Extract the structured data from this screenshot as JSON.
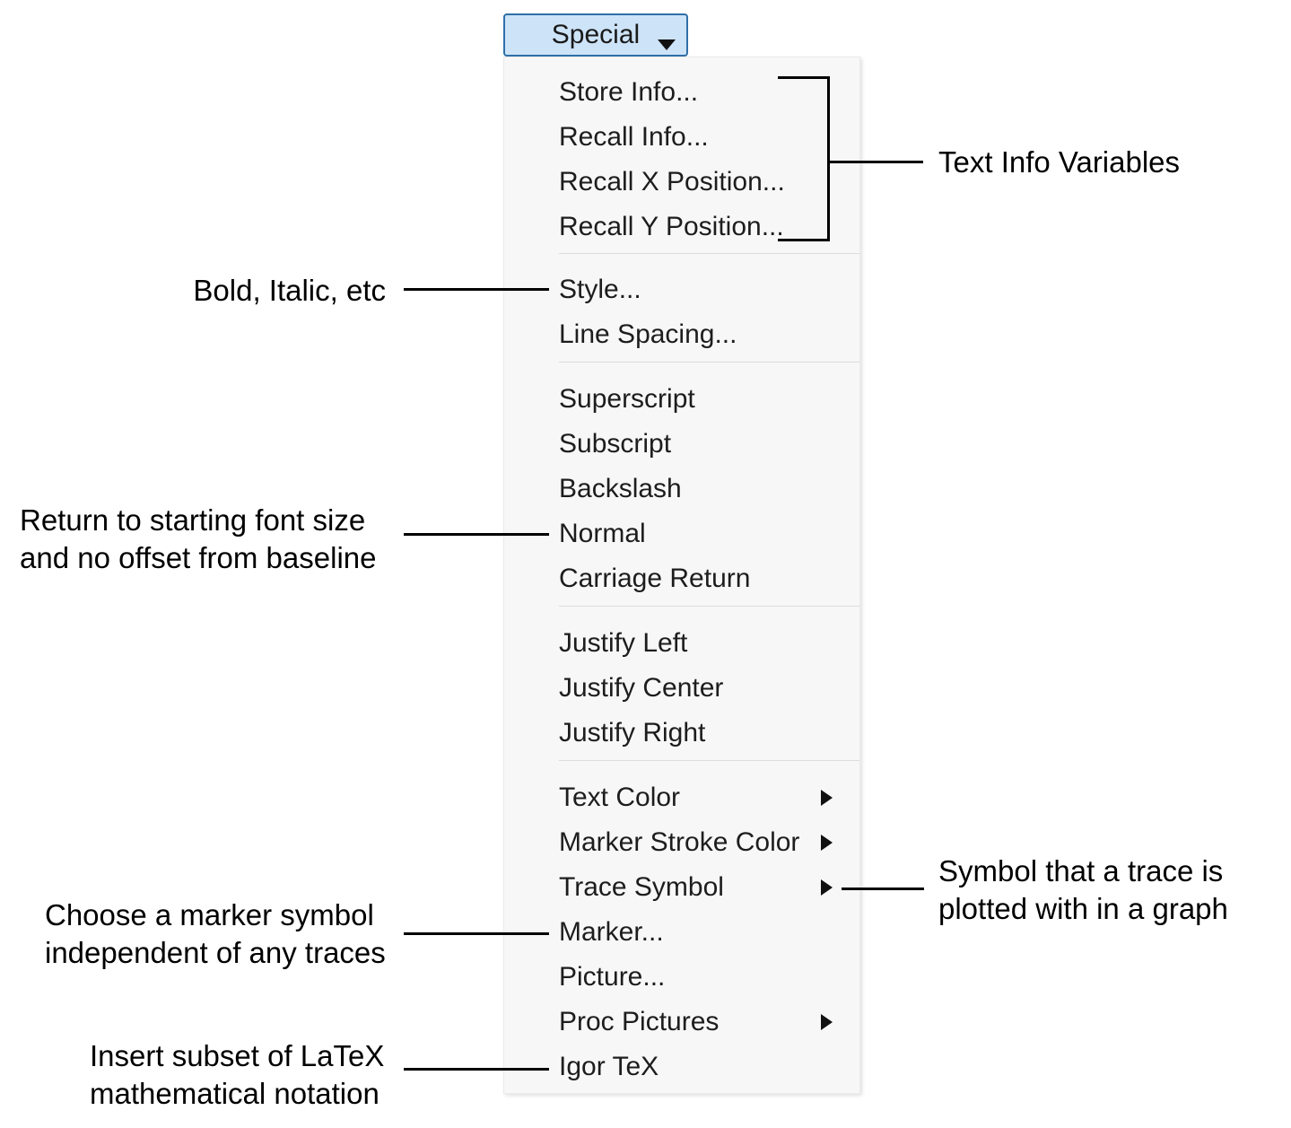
{
  "menu_button": {
    "label": "Special",
    "caret_icon": "chevron-down-icon",
    "fill_color": "#cde3f7",
    "border_color": "#2f6fa8"
  },
  "dropdown": {
    "background_color": "#f7f7f7",
    "sections": [
      {
        "items": [
          {
            "label": "Store Info...",
            "has_submenu": false
          },
          {
            "label": "Recall Info...",
            "has_submenu": false
          },
          {
            "label": "Recall X Position...",
            "has_submenu": false
          },
          {
            "label": "Recall Y Position...",
            "has_submenu": false
          }
        ]
      },
      {
        "items": [
          {
            "label": "Style...",
            "has_submenu": false
          },
          {
            "label": "Line Spacing...",
            "has_submenu": false
          }
        ]
      },
      {
        "items": [
          {
            "label": "Superscript",
            "has_submenu": false
          },
          {
            "label": "Subscript",
            "has_submenu": false
          },
          {
            "label": "Backslash",
            "has_submenu": false
          },
          {
            "label": "Normal",
            "has_submenu": false
          },
          {
            "label": "Carriage Return",
            "has_submenu": false
          }
        ]
      },
      {
        "items": [
          {
            "label": "Justify Left",
            "has_submenu": false
          },
          {
            "label": "Justify Center",
            "has_submenu": false
          },
          {
            "label": "Justify Right",
            "has_submenu": false
          }
        ]
      },
      {
        "items": [
          {
            "label": "Text Color",
            "has_submenu": true
          },
          {
            "label": "Marker Stroke Color",
            "has_submenu": true
          },
          {
            "label": "Trace Symbol",
            "has_submenu": true
          },
          {
            "label": "Marker...",
            "has_submenu": false
          },
          {
            "label": "Picture...",
            "has_submenu": false
          },
          {
            "label": "Proc Pictures",
            "has_submenu": true
          },
          {
            "label": "Igor TeX",
            "has_submenu": false
          }
        ]
      }
    ]
  },
  "annotations": [
    {
      "id": "text-info-variables",
      "text": "Text Info Variables",
      "side": "right"
    },
    {
      "id": "bold-italic-etc",
      "text": "Bold, Italic, etc",
      "side": "left"
    },
    {
      "id": "return-to-starting-font-size",
      "text": "Return to starting font size\nand no offset from baseline",
      "side": "left"
    },
    {
      "id": "symbol-trace-plotted",
      "text": "Symbol that a trace is\nplotted with in a graph",
      "side": "right"
    },
    {
      "id": "choose-marker-symbol",
      "text": "Choose a marker symbol\nindependent of any traces",
      "side": "left"
    },
    {
      "id": "insert-latex-notation",
      "text": "Insert subset of LaTeX\nmathematical notation",
      "side": "left"
    }
  ]
}
